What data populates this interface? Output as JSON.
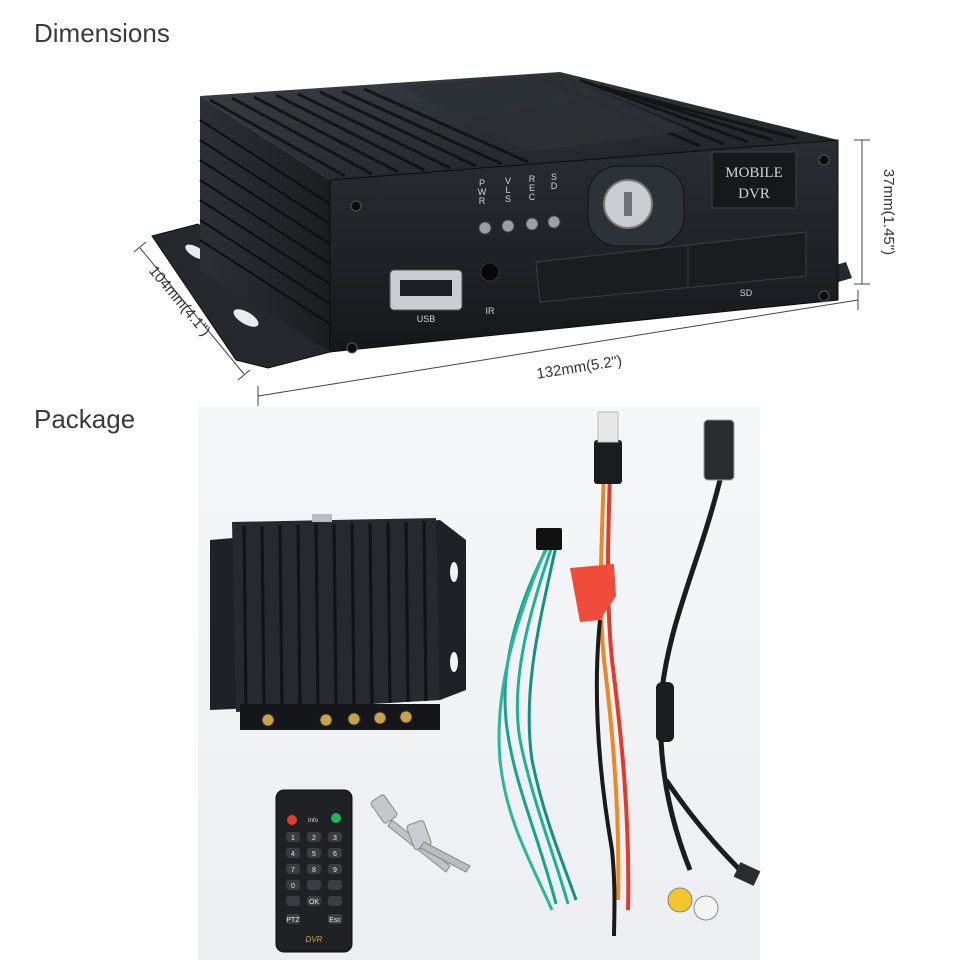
{
  "sections": {
    "dimensions_title": "Dimensions",
    "package_title": "Package"
  },
  "dimensions": {
    "width_label": "132mm(5.2\")",
    "depth_label": "104mm(4.1\")",
    "height_label": "37mm(1.45\")"
  },
  "device_panel": {
    "brand_line1": "MOBILE",
    "brand_line2": "DVR",
    "led_labels": [
      "PWR",
      "VLS",
      "REC",
      "SD"
    ],
    "usb_label": "USB",
    "ir_label": "IR",
    "sd_label": "SD"
  },
  "remote": {
    "top_labels": [
      "Info"
    ],
    "keys": [
      "1",
      "2",
      "3",
      "4",
      "5",
      "6",
      "7",
      "8",
      "9",
      "0"
    ],
    "ok_label": "OK",
    "ptz_label": "PTZ",
    "esc_label": "Esc",
    "brand": "DVR"
  },
  "colors": {
    "device_body": "#1f2226",
    "background_package": "#f4f5f7",
    "wire_green": "#1aa38a",
    "wire_red": "#e23b2e",
    "wire_orange": "#e8892a",
    "fuse_holder": "#f04c3c"
  }
}
